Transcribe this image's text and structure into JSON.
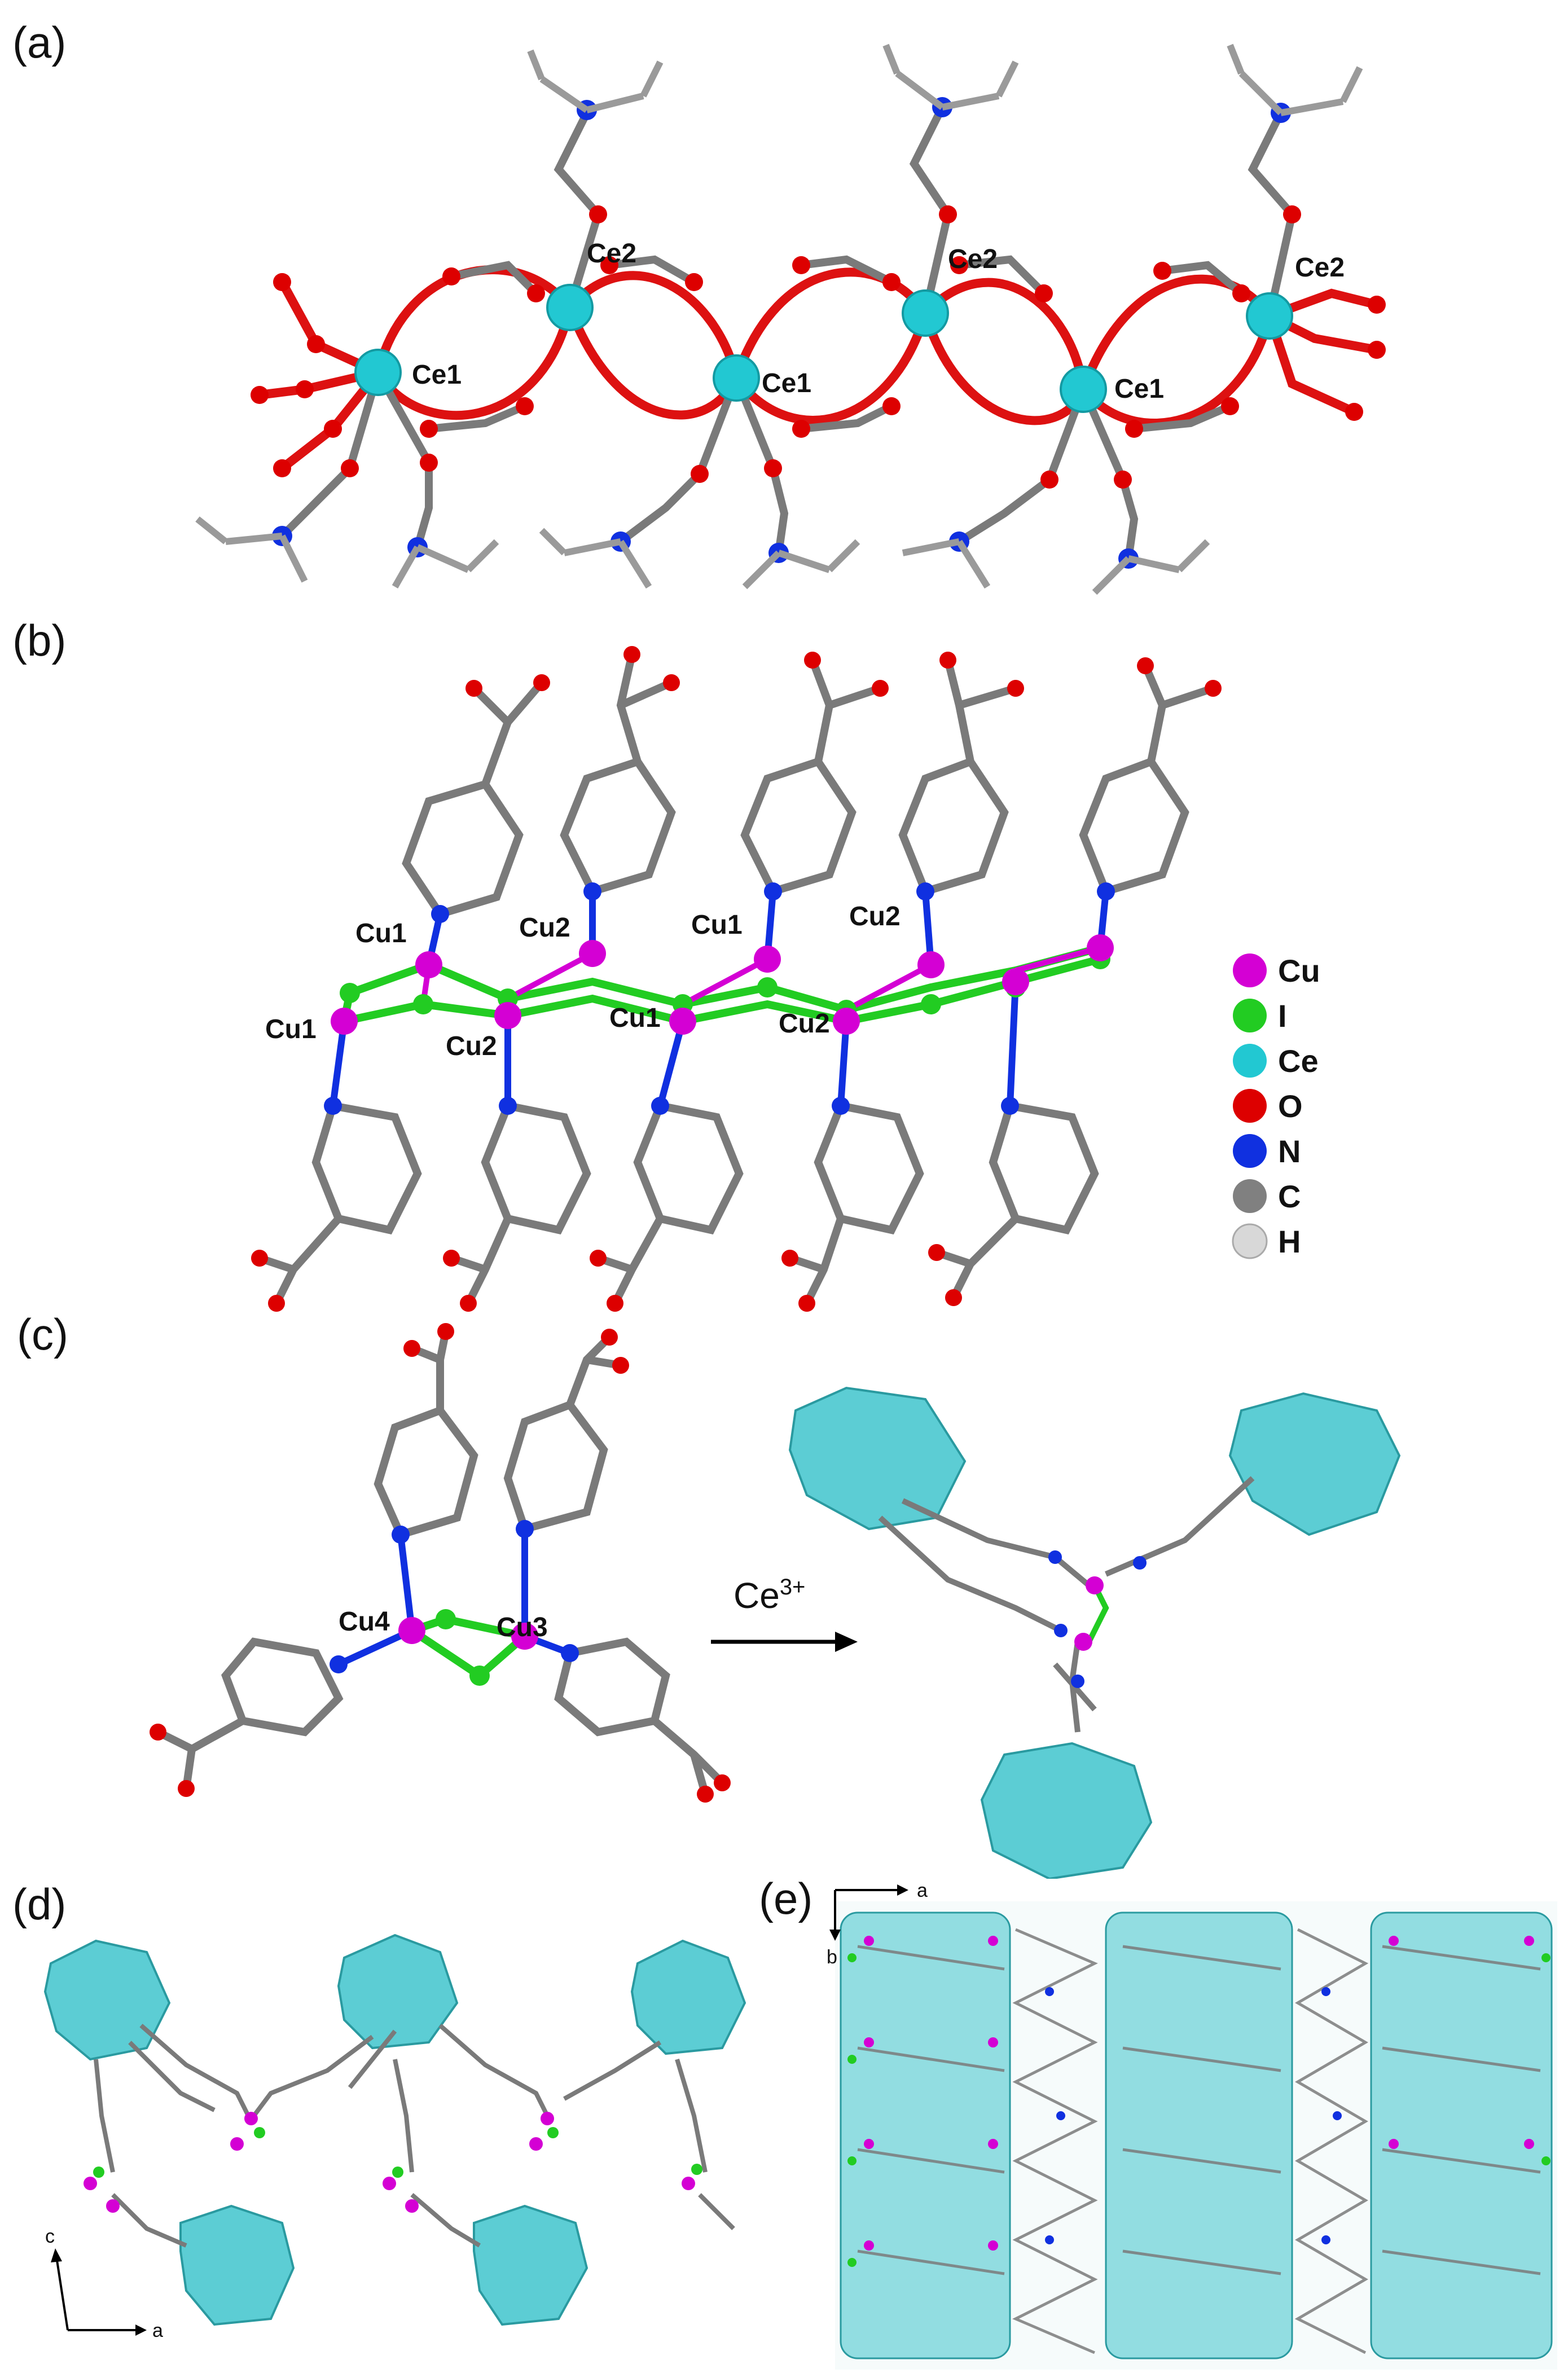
{
  "panels": {
    "a": {
      "label": "(a)",
      "atom_labels": [
        "Ce2",
        "Ce1",
        "Ce2",
        "Ce1",
        "Ce1",
        "Ce2"
      ]
    },
    "b": {
      "label": "(b)",
      "atom_labels": [
        "Cu1",
        "Cu2",
        "Cu1",
        "Cu2",
        "Cu1",
        "Cu2",
        "Cu1",
        "Cu2"
      ]
    },
    "c": {
      "label": "(c)",
      "atom_labels": [
        "Cu4",
        "Cu3"
      ],
      "arrow_text": "Ce",
      "arrow_sup": "3+"
    },
    "d": {
      "label": "(d)",
      "axes": {
        "x": "a",
        "y": "c"
      }
    },
    "e": {
      "label": "(e)",
      "axes": {
        "x": "a",
        "y": "b"
      }
    }
  },
  "legend": [
    {
      "element": "Cu",
      "color": "#d400d4"
    },
    {
      "element": "I",
      "color": "#22cc22"
    },
    {
      "element": "Ce",
      "color": "#22c8d2"
    },
    {
      "element": "O",
      "color": "#dd0000"
    },
    {
      "element": "N",
      "color": "#1030e0"
    },
    {
      "element": "C",
      "color": "#808080"
    },
    {
      "element": "H",
      "color": "#d8d8d8"
    }
  ],
  "colors": {
    "bond_ce": "#dd1111",
    "bond_c": "#7a7a7a",
    "poly": "#40c4cc",
    "bond_i": "#22cc22",
    "bond_cu": "#d400d4"
  }
}
